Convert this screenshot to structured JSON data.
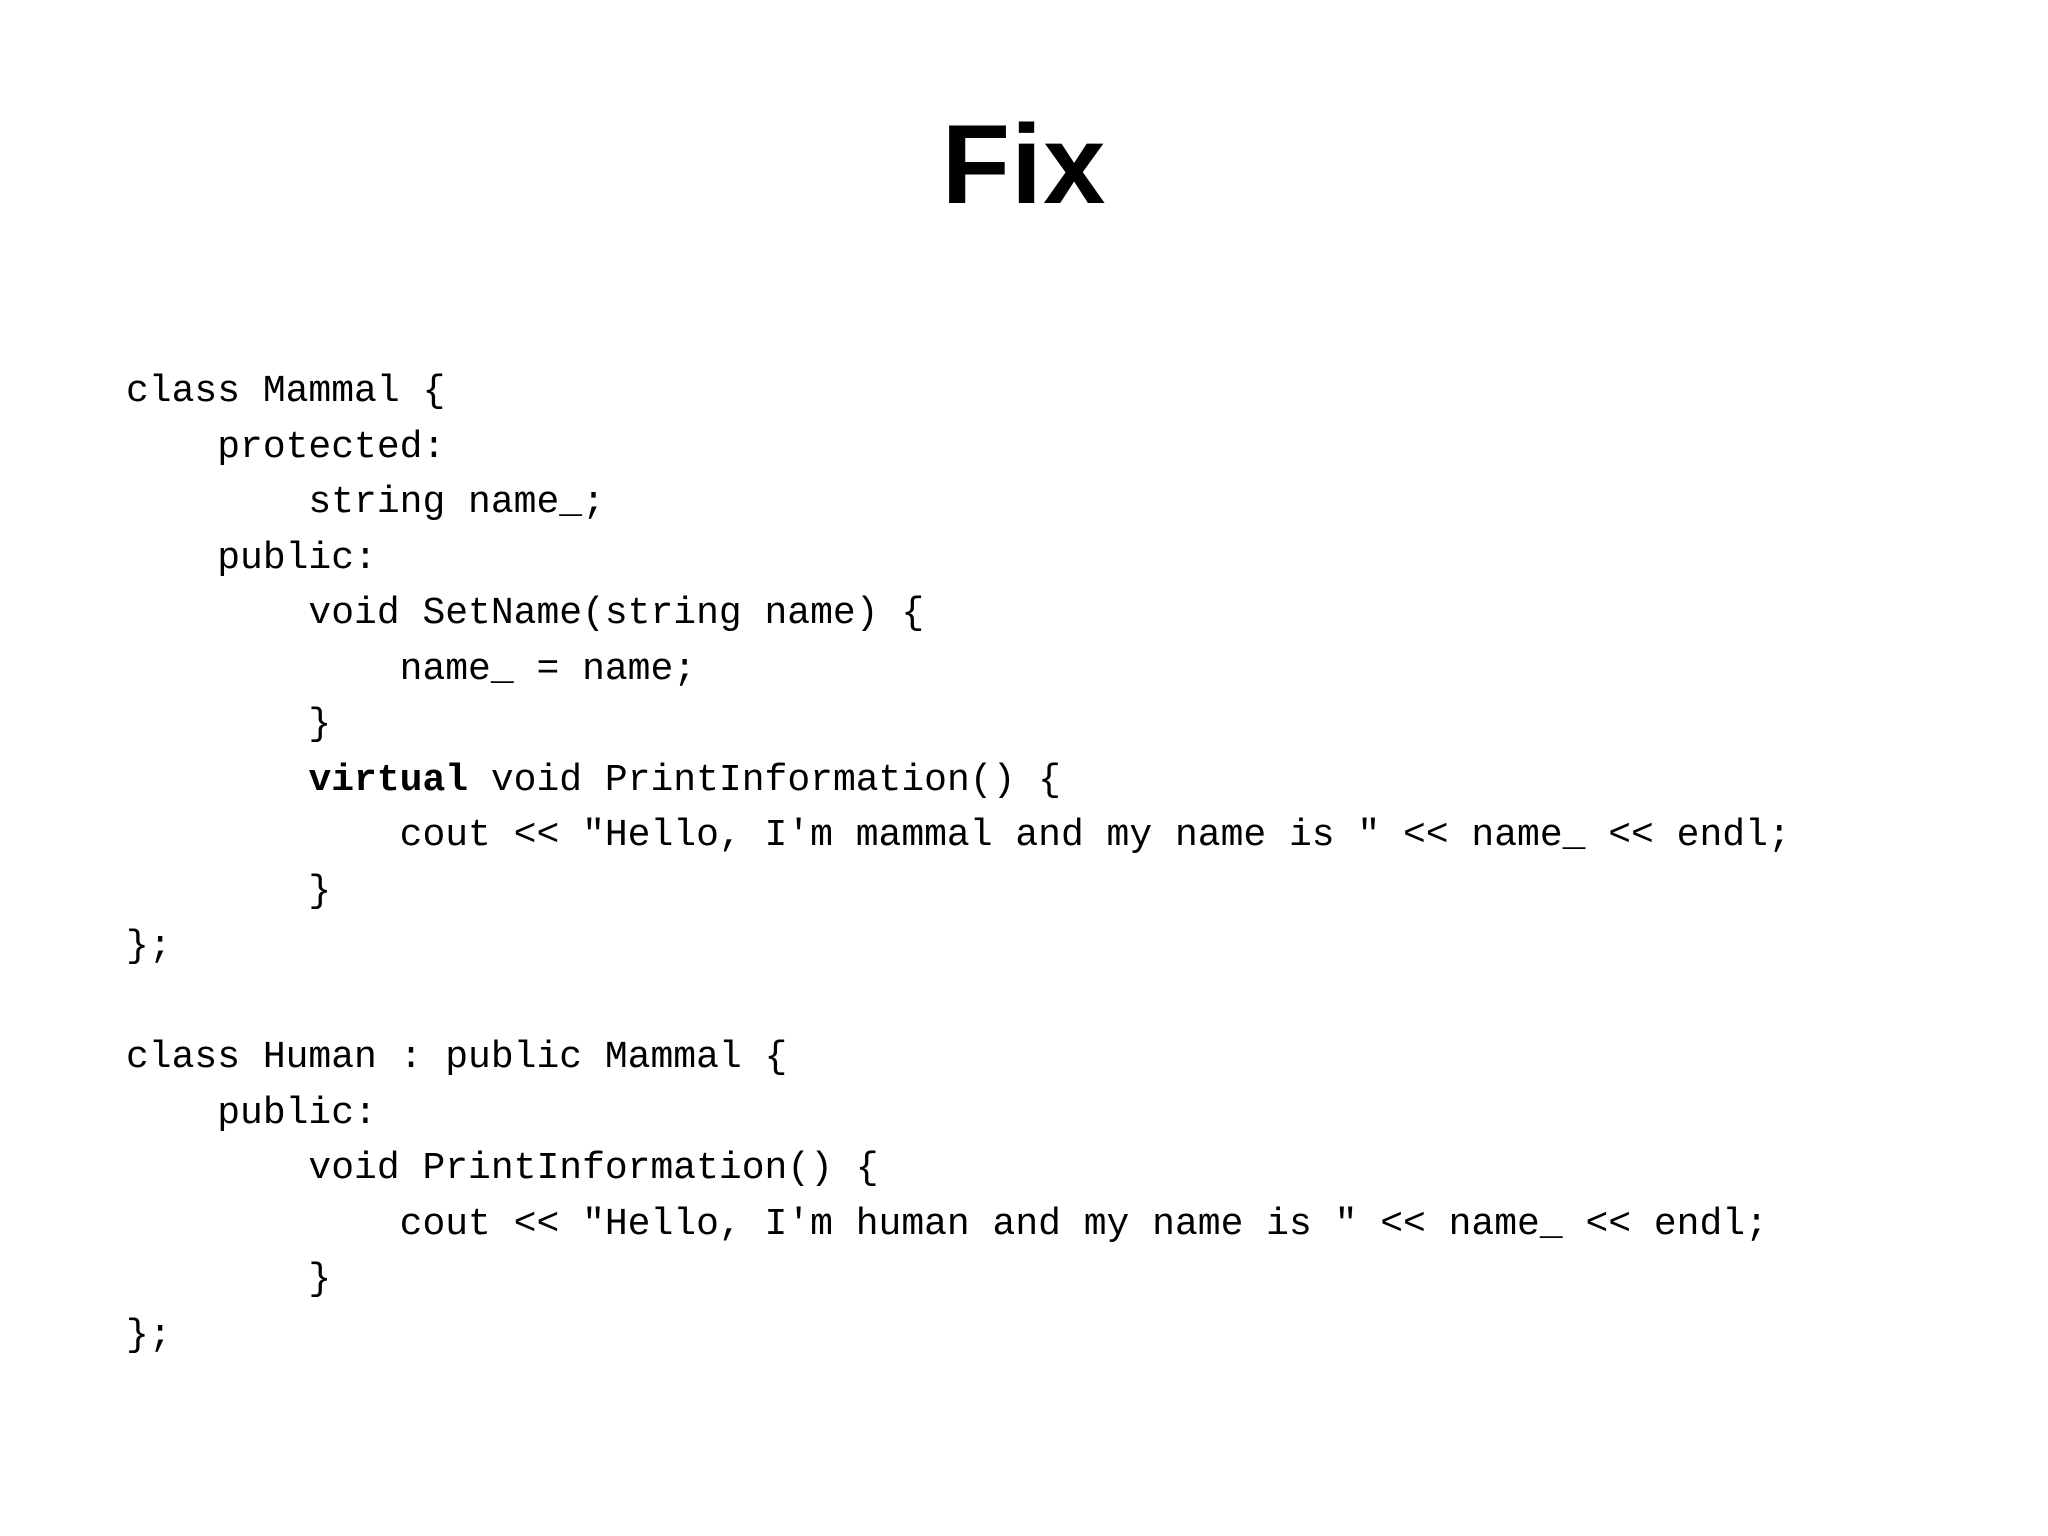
{
  "slide": {
    "title": "Fix",
    "background_color": "#ffffff",
    "text_color": "#000000"
  },
  "code": {
    "language": "cpp",
    "lines": [
      [
        {
          "t": "class Mammal {"
        }
      ],
      [
        {
          "t": "    protected:"
        }
      ],
      [
        {
          "t": "        string name_;"
        }
      ],
      [
        {
          "t": "    public:"
        }
      ],
      [
        {
          "t": "        void SetName(string name) {"
        }
      ],
      [
        {
          "t": "            name_ = name;"
        }
      ],
      [
        {
          "t": "        }"
        }
      ],
      [
        {
          "t": "        "
        },
        {
          "t": "virtual",
          "b": true
        },
        {
          "t": " void PrintInformation() {"
        }
      ],
      [
        {
          "t": "            cout << \"Hello, I'm mammal and my name is \" << name_ << endl;"
        }
      ],
      [
        {
          "t": "        }"
        }
      ],
      [
        {
          "t": "};"
        }
      ],
      [],
      [
        {
          "t": "class Human : public Mammal {"
        }
      ],
      [
        {
          "t": "    public:"
        }
      ],
      [
        {
          "t": "        void PrintInformation() {"
        }
      ],
      [
        {
          "t": "            cout << \"Hello, I'm human and my name is \" << name_ << endl;"
        }
      ],
      [
        {
          "t": "        }"
        }
      ],
      [
        {
          "t": "};"
        }
      ]
    ]
  }
}
